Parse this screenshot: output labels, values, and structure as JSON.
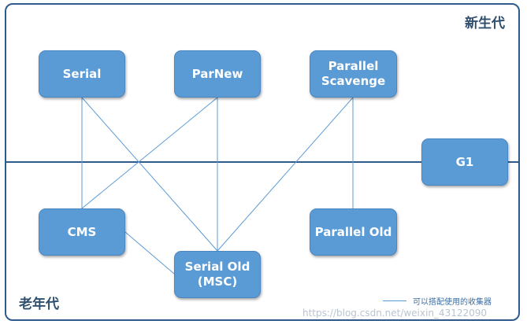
{
  "regions": {
    "young": "新生代",
    "old": "老年代"
  },
  "collectors": {
    "serial": "Serial",
    "parnew": "ParNew",
    "parallel_scavenge": "Parallel\nScavenge",
    "g1": "G1",
    "cms": "CMS",
    "serial_old": "Serial Old\n(MSC)",
    "parallel_old": "Parallel Old"
  },
  "links": [
    [
      "serial",
      "cms"
    ],
    [
      "serial",
      "serial_old"
    ],
    [
      "parnew",
      "cms"
    ],
    [
      "parnew",
      "serial_old"
    ],
    [
      "parallel_scavenge",
      "serial_old"
    ],
    [
      "parallel_scavenge",
      "parallel_old"
    ],
    [
      "cms",
      "serial_old"
    ]
  ],
  "legend": {
    "label": "可以搭配使用的收集器"
  },
  "watermark": "https://blog.csdn.net/weixin_43122090",
  "colors": {
    "node_fill": "#5b9bd5",
    "link_stroke": "#5b9bd5",
    "divider": "#2f5b8c"
  }
}
